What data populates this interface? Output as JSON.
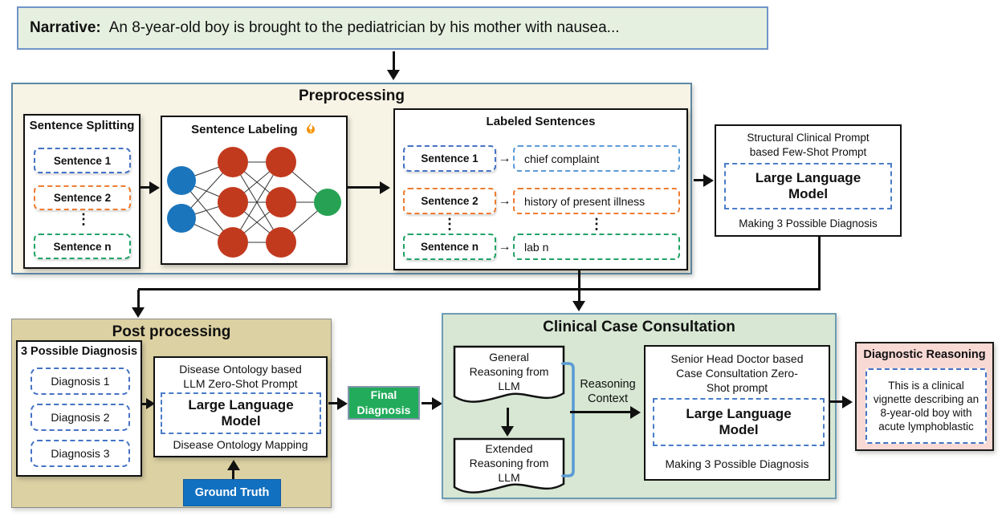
{
  "narrative": {
    "label": "Narrative:",
    "text": "An 8-year-old boy is brought to the pediatrician by his mother with nausea..."
  },
  "icons": {
    "arrow_right": "→",
    "vertical_ellipsis": "⋮",
    "fire": "flame"
  },
  "preprocessing": {
    "title": "Preprocessing",
    "sentence_splitting": {
      "title": "Sentence Splitting",
      "items": [
        {
          "label": "Sentence 1"
        },
        {
          "label": "Sentence 2"
        },
        {
          "label": "Sentence n"
        }
      ]
    },
    "sentence_labeling": {
      "title": "Sentence Labeling"
    },
    "labeled_sentences": {
      "title": "Labeled Sentences",
      "rows": [
        {
          "sentence": "Sentence 1",
          "label": "chief complaint"
        },
        {
          "sentence": "Sentence 2",
          "label": "history of present illness"
        },
        {
          "sentence": "Sentence n",
          "label": "lab n"
        }
      ]
    }
  },
  "structural_prompt": {
    "line1": "Structural Clinical Prompt",
    "line2": "based Few-Shot Prompt",
    "llm": "Large Language Model",
    "footer": "Making 3 Possible Diagnosis"
  },
  "post_processing": {
    "title": "Post processing",
    "possible_diagnosis": {
      "title": "3 Possible Diagnosis",
      "items": [
        "Diagnosis 1",
        "Diagnosis 2",
        "Diagnosis 3"
      ]
    },
    "ontology": {
      "line1": "Disease Ontology based",
      "line2": "LLM Zero-Shot Prompt",
      "llm": "Large Language Model",
      "footer": "Disease Ontology Mapping"
    },
    "ground_truth": "Ground Truth"
  },
  "final_diagnosis": {
    "line1": "Final",
    "line2": "Diagnosis"
  },
  "consultation": {
    "title": "Clinical Case Consultation",
    "general_doc": {
      "line1": "General",
      "line2": "Reasoning from",
      "line3": "LLM"
    },
    "extended_doc": {
      "line1": "Extended",
      "line2": "Reasoning from",
      "line3": "LLM"
    },
    "reasoning_context": {
      "line1": "Reasoning",
      "line2": "Context"
    },
    "senior": {
      "line1": "Senior Head Doctor based",
      "line2": "Case Consultation Zero-",
      "line3": "Shot prompt",
      "llm": "Large Language Model",
      "footer": "Making 3 Possible Diagnosis"
    }
  },
  "diagnostic_reasoning": {
    "title": "Diagnostic Reasoning",
    "text": "This is a clinical vignette describing an 8-year-old boy with acute lymphoblastic"
  },
  "colors": {
    "narrative_bg": "#e6f0e0",
    "narrative_border": "#7094c8",
    "preprocessing_bg": "#f7f3e5",
    "preprocessing_border": "#5d89a4",
    "post_bg": "#dcd1a2",
    "post_border": "#8b8b8b",
    "consultation_bg": "#d7e7d3",
    "consultation_border": "#6e9cb4",
    "diagnostic_bg": "#f8d9d4",
    "final_diagnosis_bg": "#22ab5b",
    "ground_truth_bg": "#1170c0",
    "dash_blue": "#4472c4",
    "dash_light_blue": "#5b9bd5",
    "dash_orange": "#ed7d31",
    "dash_green": "#21a366",
    "node_blue": "#1b75bc",
    "node_red": "#c23a1e",
    "node_green": "#27a254",
    "bracket_blue": "#5b9bd5"
  }
}
